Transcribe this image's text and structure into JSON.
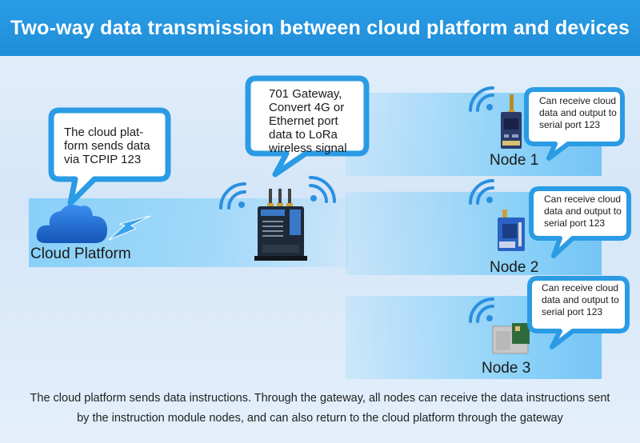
{
  "header": {
    "title": "Two-way data transmission between cloud platform and devices"
  },
  "cloud": {
    "bubble_lines": [
      "The cloud plat-",
      "form sends data",
      "via TCPIP 123"
    ],
    "label": "Cloud Platform"
  },
  "gateway": {
    "bubble_lines": [
      "701 Gateway,",
      "Convert 4G or",
      "Ethernet port",
      "data to LoRa",
      "wireless signal"
    ]
  },
  "nodes": [
    {
      "label": "Node 1",
      "bubble_lines": [
        "Can receive cloud",
        "data and output to",
        "serial port 123"
      ]
    },
    {
      "label": "Node 2",
      "bubble_lines": [
        "Can receive cloud",
        "data and output to",
        "serial port 123"
      ]
    },
    {
      "label": "Node 3",
      "bubble_lines": [
        "Can receive cloud",
        "data and output to",
        "serial port 123"
      ]
    }
  ],
  "footer": {
    "line1": "The cloud platform sends data instructions. Through the gateway, all nodes can receive the data instructions sent",
    "line2": "by the instruction module nodes, and can also return to the cloud platform through the gateway"
  },
  "colors": {
    "header": "#1f8ed9",
    "bubble_border": "#2a9be4",
    "band": "#6ec8f8",
    "cloud": "#1e6fd0"
  },
  "icons": [
    "cloud-icon",
    "lightning-icon",
    "wifi-icon",
    "gateway-device-icon",
    "lora-module-icon"
  ]
}
